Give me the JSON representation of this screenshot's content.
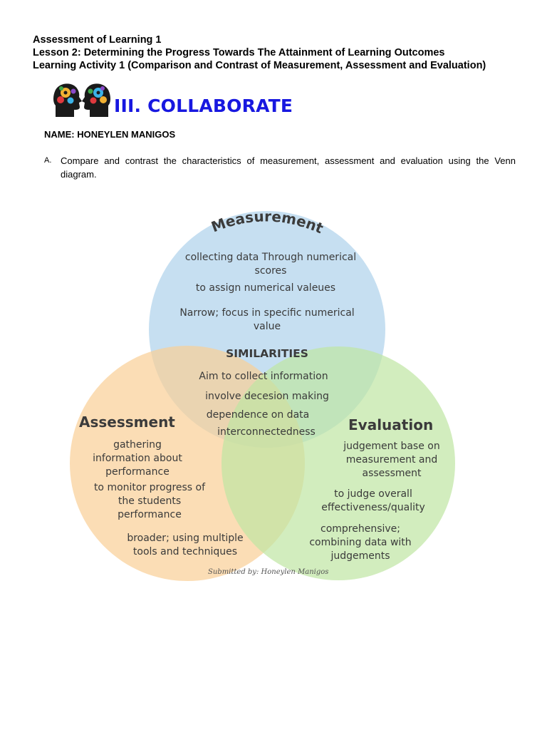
{
  "header": {
    "line1": "Assessment of Learning 1",
    "line2": "Lesson 2: Determining the Progress Towards The Attainment of Learning Outcomes",
    "line3": "Learning Activity 1 (Comparison and Contrast of Measurement, Assessment and Evaluation)"
  },
  "banner": {
    "title": "III. COLLABORATE",
    "icon": "two-heads-with-gears-icon"
  },
  "student": {
    "name_line": "NAME: HONEYLEN MANIGOS"
  },
  "instruction": {
    "letter": "A.",
    "text": "Compare and contrast the characteristics of measurement, assessment and evaluation using the Venn diagram."
  },
  "venn": {
    "colors": {
      "measurement": "#bcd9ef",
      "assessment": "#f9cf96",
      "evaluation": "#bfe6a2"
    },
    "measurement": {
      "title": "Measurement",
      "items": [
        "collecting data Through numerical",
        "scores",
        "to assign numerical valeues",
        "Narrow; focus in specific numerical",
        "value"
      ]
    },
    "similarities": {
      "title": "SIMILARITIES",
      "items": [
        "Aim to collect information",
        "involve decesion making",
        "dependence on data",
        "interconnectedness"
      ]
    },
    "assessment": {
      "title": "Assessment",
      "items": [
        "gathering",
        "information about",
        "performance",
        "to monitor progress of",
        "the students",
        "performance",
        "broader; using multiple",
        "tools and techniques"
      ]
    },
    "evaluation": {
      "title": "Evaluation",
      "items": [
        "judgement base on",
        "measurement and",
        "assessment",
        "to judge overall",
        "effectiveness/quality",
        "comprehensive;",
        "combining data with",
        "judgements"
      ]
    },
    "signature": "Submitted by: Honeylen Manigos"
  }
}
